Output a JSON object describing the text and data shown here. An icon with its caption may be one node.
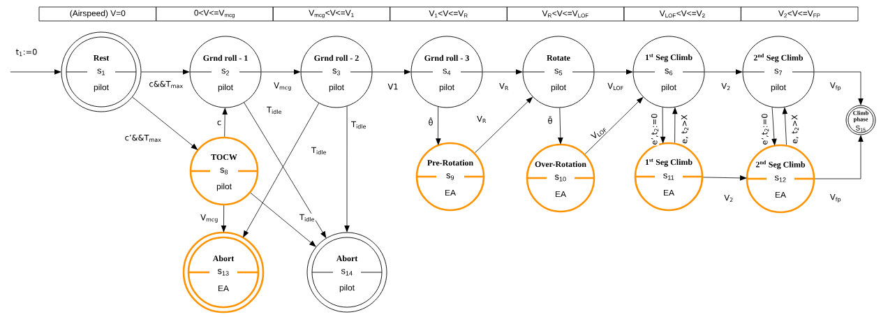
{
  "diagram": {
    "nodes": [
      {
        "text": [
          "Rest",
          "s$_{1}$",
          "pilot"
        ]
      },
      {
        "text": [
          "Grnd roll - 1",
          "s$_{2}$",
          "pilot"
        ]
      },
      {
        "text": [
          "Grnd roll - 2",
          "s$_{3}$",
          "pilot"
        ]
      },
      {
        "text": [
          "Grnd roll - 3",
          "s$_{4}$",
          "pilot"
        ]
      },
      {
        "text": [
          "Rotate",
          "s$_{5}$",
          "pilot"
        ]
      },
      {
        "text": [
          "1$^{st}$ Seg Climb",
          "s$_{6}$",
          "pilot"
        ]
      },
      {
        "text": [
          "2$^{nd}$ Seg Climb",
          "s$_{7}$",
          "pilot"
        ]
      },
      {
        "text": [
          "TOCW",
          "s$_{8}$",
          "pilot"
        ]
      },
      {
        "text": [
          "Pre-Rotation",
          "s$_{9}$",
          "EA"
        ]
      },
      {
        "text": [
          "Over-Rotation",
          "s$_{10}$",
          "EA"
        ]
      },
      {
        "text": [
          "1$^{st}$ Seg Climb",
          "s$_{11}$",
          "EA"
        ]
      },
      {
        "text": [
          "2$^{nd}$ Seg Climb",
          "s$_{12}$",
          "EA"
        ]
      },
      {
        "text": [
          "Abort",
          "s$_{13}$",
          "EA"
        ]
      },
      {
        "text": [
          "Abort",
          "s$_{14}$",
          "pilot"
        ]
      },
      {
        "text": [
          "Climb phase",
          "S$_{15}$"
        ]
      }
    ],
    "edges": [
      {
        "from": null,
        "to": 0,
        "arrow": "to",
        "label": "t$_{1}$:=0"
      },
      {
        "from": 0,
        "to": 1,
        "arrow": "to",
        "label": "c&&T$_{max}$"
      },
      {
        "from": 1,
        "to": 2,
        "arrow": "to",
        "label": "V$_{mcg}$"
      },
      {
        "from": 2,
        "to": 3,
        "arrow": "to",
        "label": "V1"
      },
      {
        "from": 3,
        "to": 4,
        "arrow": "to",
        "label": "V$_{R}$"
      },
      {
        "from": 4,
        "to": 5,
        "arrow": "to",
        "label": "V$_{LOF}$"
      },
      {
        "from": 5,
        "to": 6,
        "arrow": "to",
        "label": "V$_{2}$"
      },
      {
        "from": 6,
        "to": 14,
        "arrow": "to",
        "label": "V$_{fp}$"
      },
      {
        "from": 0,
        "to": 7,
        "arrow": "to",
        "label": "c’&&T$_{max}$"
      },
      {
        "from": 7,
        "to": 1,
        "arrow": "to",
        "label": "c"
      },
      {
        "from": 1,
        "to": 13,
        "arrow": "to",
        "label": "T$_{idle}$"
      },
      {
        "from": 2,
        "to": 12,
        "arrow": "to",
        "label": "T$_{idle}$"
      },
      {
        "from": 2,
        "to": 13,
        "arrow": "to",
        "label": "T$_{idle}$"
      },
      {
        "from": 7,
        "to": 12,
        "arrow": "to",
        "label": "V$_{mcg}$"
      },
      {
        "from": 7,
        "to": 13,
        "arrow": "to",
        "label": "T$_{idle}$"
      },
      {
        "from": 3,
        "to": 8,
        "arrow": "to",
        "label": "θ̂"
      },
      {
        "from": 8,
        "to": 4,
        "arrow": "to",
        "label": "V$_{R}$"
      },
      {
        "from": 4,
        "to": 9,
        "arrow": "to",
        "label": "θ̄"
      },
      {
        "from": 9,
        "to": 5,
        "arrow": "to",
        "label": "V$_{LOF}$"
      },
      {
        "from": 5,
        "to": 10,
        "arrow": "to",
        "label": "e’,t$_{2}$:=0"
      },
      {
        "from": 10,
        "to": 5,
        "arrow": "to",
        "label": "e, t$_{2}$>X"
      },
      {
        "from": 6,
        "to": 11,
        "arrow": "to",
        "label": "e’,t$_{2}$:=0"
      },
      {
        "from": 11,
        "to": 6,
        "arrow": "to",
        "label": "e, t$_{2}$>X"
      },
      {
        "from": 10,
        "to": 11,
        "arrow": "to",
        "label": "V$_{2}$"
      },
      {
        "from": 11,
        "to": 14,
        "arrow": "to",
        "label": "V$_{fp}$"
      }
    ],
    "labels": [
      "(Airspeed) V=0",
      "0<V<=V$_{mcg}$",
      "V$_{mcg}$<V<=V$_{1}$",
      "V$_{1}$<V<=V$_{R}$",
      "V$_{R}$<V<=V$_{LOF}$",
      "V$_{LOF}$<V<=V$_{2}$",
      "V$_{2}$<V<=V$_{FP}$"
    ]
  }
}
